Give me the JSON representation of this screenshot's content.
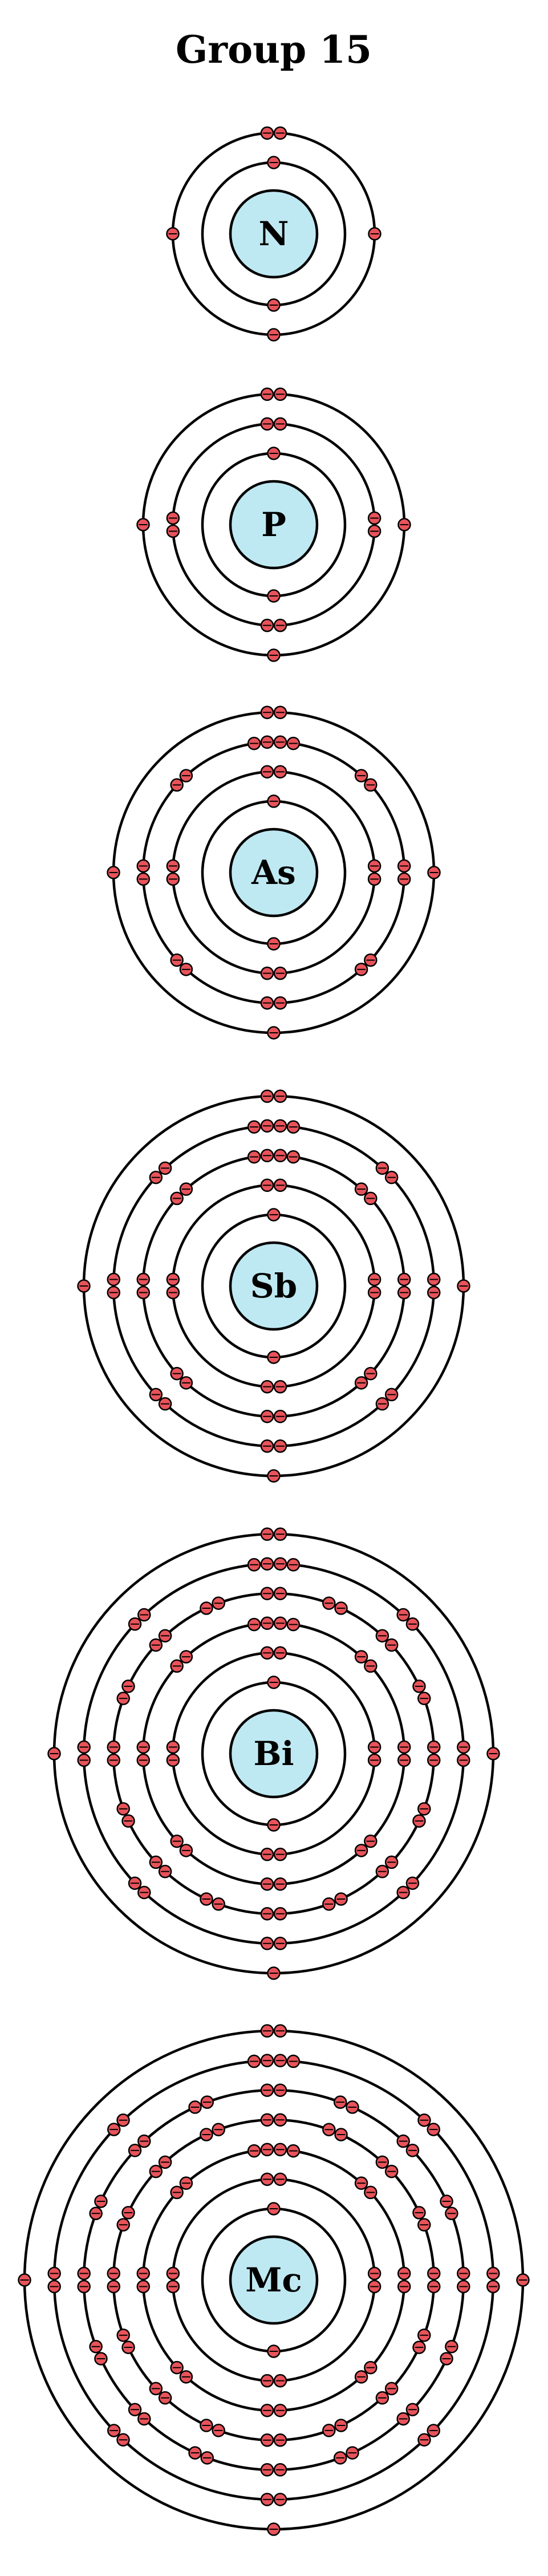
{
  "title": "Group 15",
  "colors": {
    "nucleus_fill": "#bfe9f2",
    "electron_fill": "#e8535a",
    "line": "#000000"
  },
  "atoms": [
    {
      "symbol": "N",
      "shells": [
        2,
        5
      ]
    },
    {
      "symbol": "P",
      "shells": [
        2,
        8,
        5
      ]
    },
    {
      "symbol": "As",
      "shells": [
        2,
        8,
        18,
        5
      ]
    },
    {
      "symbol": "Sb",
      "shells": [
        2,
        8,
        18,
        18,
        5
      ]
    },
    {
      "symbol": "Bi",
      "shells": [
        2,
        8,
        18,
        32,
        18,
        5
      ]
    },
    {
      "symbol": "Mc",
      "shells": [
        2,
        8,
        18,
        32,
        32,
        18,
        5
      ]
    }
  ]
}
